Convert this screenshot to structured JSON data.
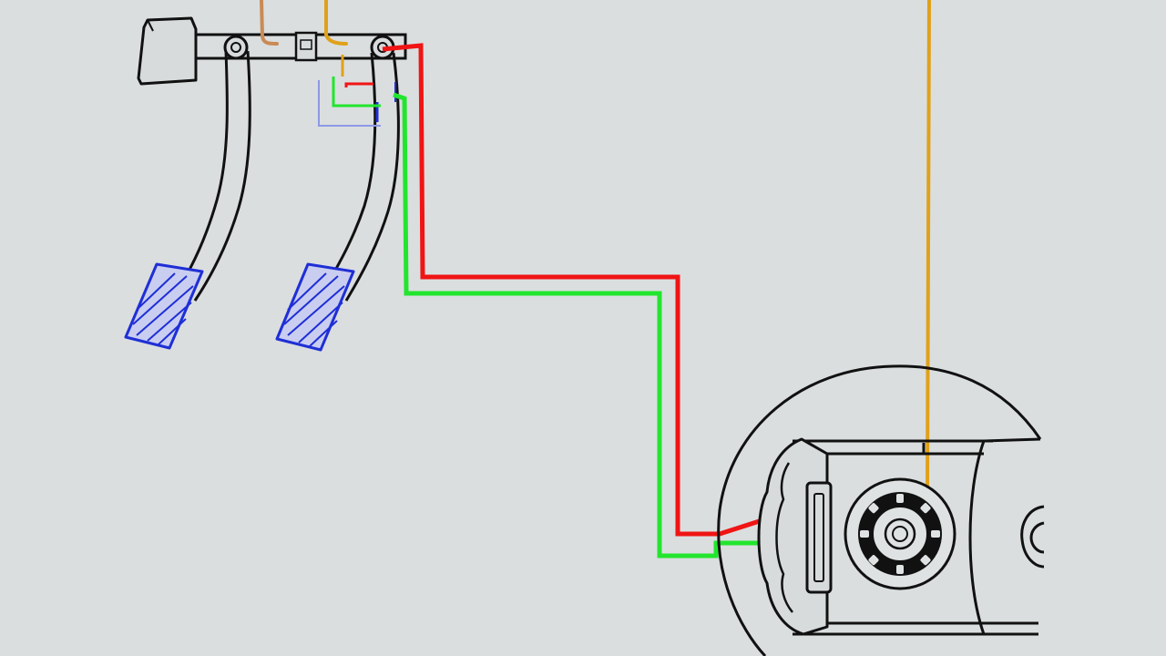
{
  "colors": {
    "background": "#dadedf",
    "outline": "#111111",
    "pad": "#1f2fd6",
    "wire_red": "#f01414",
    "wire_green": "#22e52e",
    "wire_yellow": "#e0a11a",
    "wire_brown": "#c98a55"
  },
  "components": {
    "pedal_left": "pedal",
    "pedal_right": "pedal",
    "switch": "switch",
    "brake_assembly": "brake-caliper-and-rotor"
  },
  "icons": {
    "pivot": "pivot-icon",
    "rotor": "rotor-icon"
  }
}
